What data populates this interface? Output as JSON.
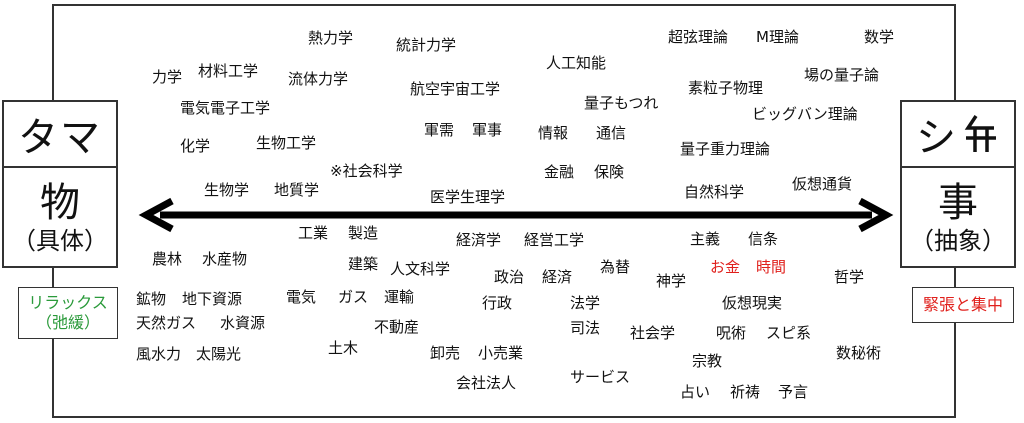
{
  "left_panel": {
    "top_label": "タマ",
    "main_label": "物",
    "sub_label": "（具体）"
  },
  "right_panel": {
    "top_label": "シ caret",
    "main_label": "事",
    "sub_label": "（抽象）"
  },
  "left_note": {
    "line1": "リラックス",
    "line2": "（弛緩）"
  },
  "right_note": {
    "line1": "緊張と集中"
  },
  "terms": {
    "t01": "熱力学",
    "t02": "統計力学",
    "t03": "超弦理論",
    "t04": "M理論",
    "t05": "数学",
    "t06": "力学",
    "t07": "材料工学",
    "t08": "流体力学",
    "t09": "人工知能",
    "t10": "場の量子論",
    "t11": "航空宇宙工学",
    "t12": "素粒子物理",
    "t13": "電気電子工学",
    "t14": "量子もつれ",
    "t15": "ビッグバン理論",
    "t16": "軍需",
    "t17": "軍事",
    "t18": "情報",
    "t19": "通信",
    "t20": "化学",
    "t21": "生物工学",
    "t22": "量子重力理論",
    "t23": "※社会科学",
    "t24": "金融",
    "t25": "保険",
    "t26": "仮想通貨",
    "t27": "生物学",
    "t28": "地質学",
    "t29": "医学生理学",
    "t30": "自然科学",
    "t31": "工業",
    "t32": "製造",
    "t33": "経済学",
    "t34": "経営工学",
    "t35": "主義",
    "t36": "信条",
    "t37": "農林",
    "t38": "水産物",
    "t39": "建築",
    "t40": "人文科学",
    "t41": "為替",
    "t42": "お金",
    "t43": "時間",
    "t44": "政治",
    "t45": "経済",
    "t46": "神学",
    "t47": "哲学",
    "t48": "鉱物",
    "t49": "地下資源",
    "t50": "電気",
    "t51": "ガス",
    "t52": "運輸",
    "t53": "行政",
    "t54": "法学",
    "t55": "仮想現実",
    "t56": "天然ガス",
    "t57": "水資源",
    "t58": "不動産",
    "t59": "司法",
    "t60": "社会学",
    "t61": "呪術",
    "t62": "スピ系",
    "t63": "土木",
    "t64": "風水力",
    "t65": "太陽光",
    "t66": "卸売",
    "t67": "小売業",
    "t68": "宗教",
    "t69": "数秘術",
    "t70": "会社法人",
    "t71": "サービス",
    "t72": "占い",
    "t73": "祈祷",
    "t74": "予言"
  },
  "colors": {
    "highlight": "#e0201c",
    "note_green": "#2a9a3a",
    "arrow": "#000000"
  }
}
